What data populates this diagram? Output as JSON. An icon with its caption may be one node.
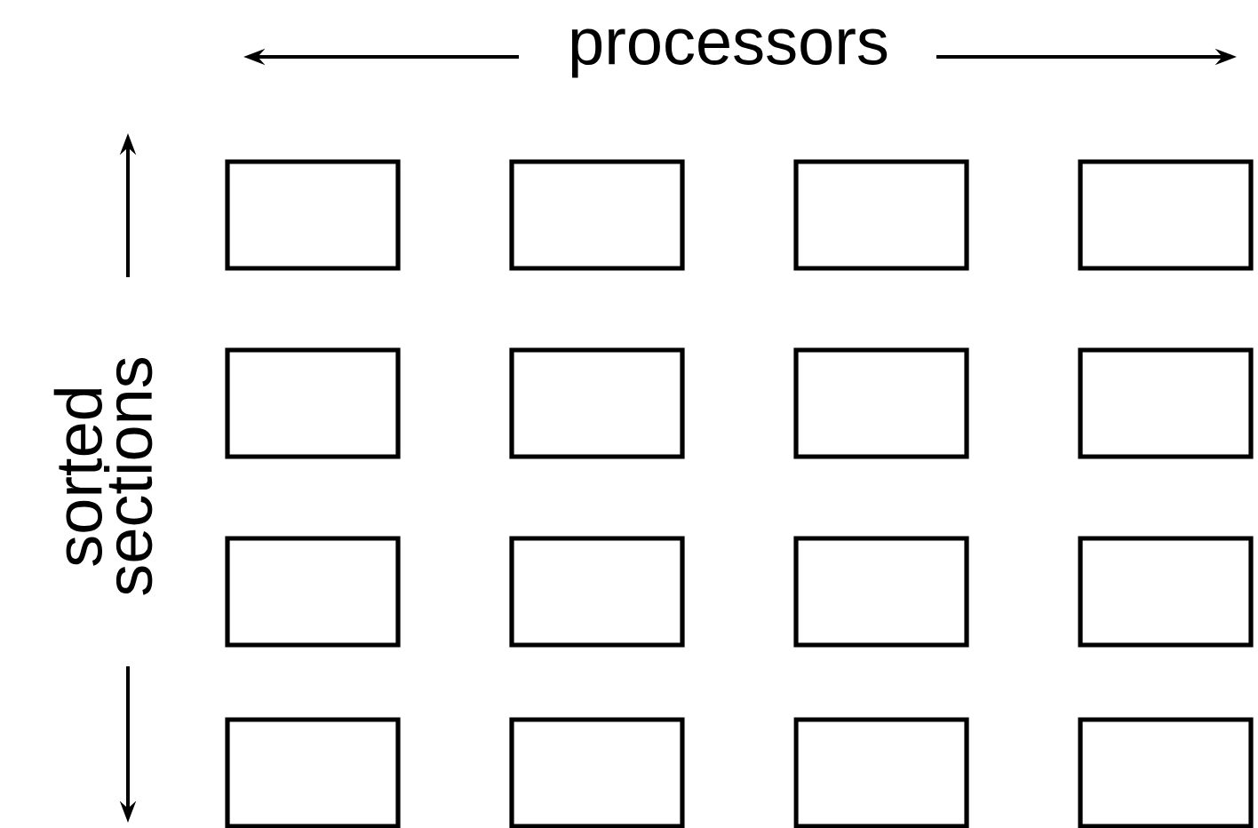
{
  "diagram": {
    "nodes": [
      {
        "text": [],
        "shape": "box"
      },
      {
        "text": [],
        "shape": "box"
      },
      {
        "text": [],
        "shape": "box"
      },
      {
        "text": [],
        "shape": "box"
      },
      {
        "text": [],
        "shape": "box"
      },
      {
        "text": [],
        "shape": "box"
      },
      {
        "text": [],
        "shape": "box"
      },
      {
        "text": [],
        "shape": "box"
      },
      {
        "text": [],
        "shape": "box"
      },
      {
        "text": [],
        "shape": "box"
      },
      {
        "text": [],
        "shape": "box"
      },
      {
        "text": [],
        "shape": "box"
      },
      {
        "text": [],
        "shape": "box"
      },
      {
        "text": [],
        "shape": "box"
      },
      {
        "text": [],
        "shape": "box"
      },
      {
        "text": [],
        "shape": "box"
      }
    ],
    "edges": [],
    "labels": [
      "processors",
      "sorted sections"
    ]
  }
}
